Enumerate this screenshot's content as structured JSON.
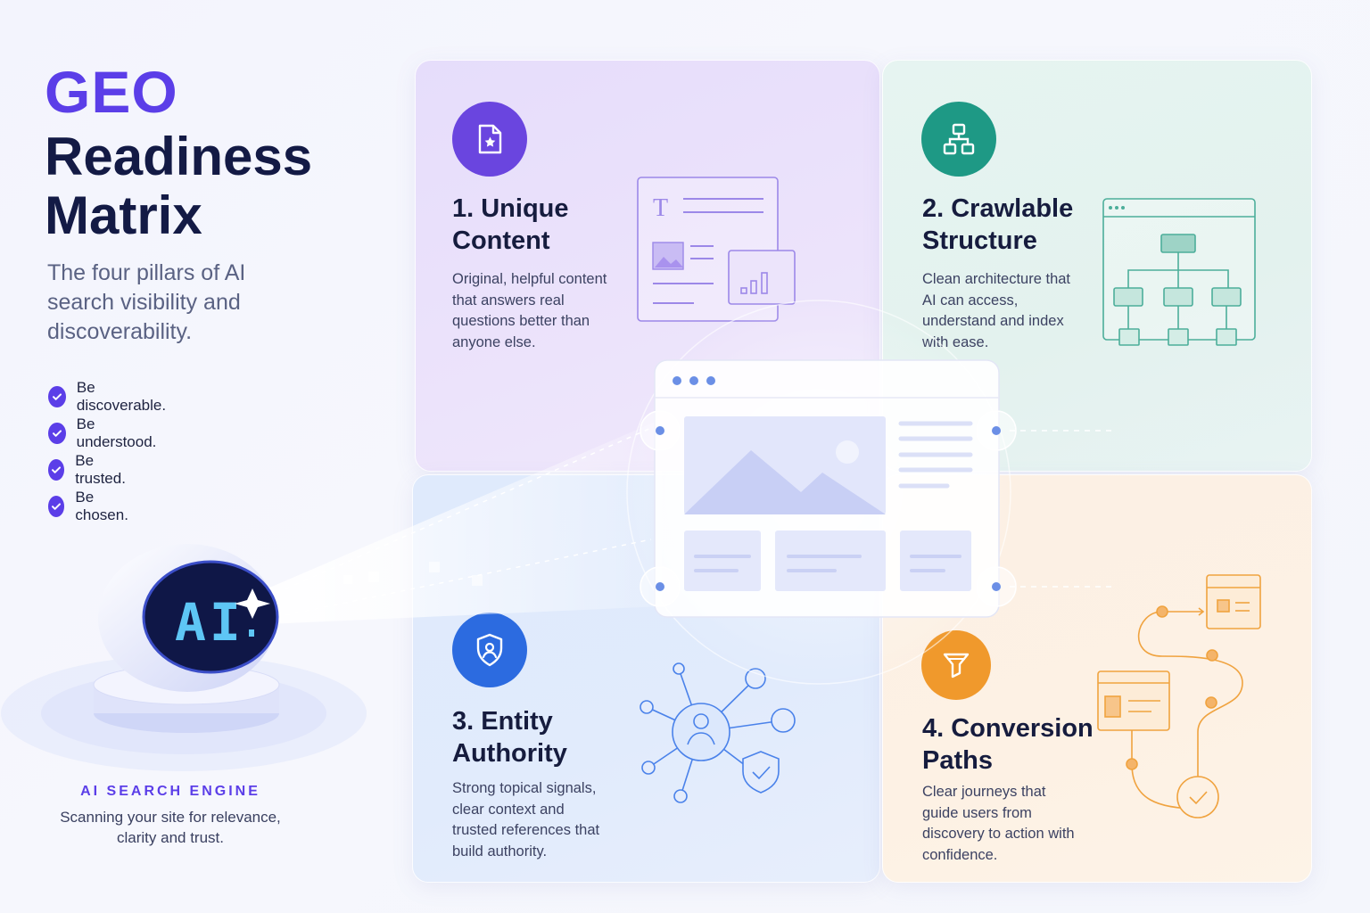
{
  "header": {
    "title_accent": "GEO",
    "title_main": "Readiness Matrix",
    "subtitle": "The four pillars of AI search visibility and discoverability."
  },
  "checklist": [
    "Be discoverable.",
    "Be understood.",
    "Be trusted.",
    "Be chosen."
  ],
  "engine": {
    "badge_text": "AI",
    "label": "AI SEARCH ENGINE",
    "description": "Scanning your site for relevance, clarity and trust."
  },
  "pillars": [
    {
      "title": "1. Unique Content",
      "description": "Original, helpful content that answers real questions better than anyone else.",
      "icon": "document-star-icon",
      "color": "#6a45df"
    },
    {
      "title": "2. Crawlable Structure",
      "description": "Clean architecture that AI can access, understand and index with ease.",
      "icon": "sitemap-icon",
      "color": "#1e9985"
    },
    {
      "title": "3. Entity Authority",
      "description": "Strong topical signals, clear context and trusted references that build authority.",
      "icon": "shield-user-icon",
      "color": "#2c6be0"
    },
    {
      "title": "4. Conversion Paths",
      "description": "Clear journeys that guide users from discovery to action with confidence.",
      "icon": "funnel-icon",
      "color": "#f0992c"
    }
  ],
  "colors": {
    "accent": "#5b3ee8",
    "navy": "#131a45"
  }
}
